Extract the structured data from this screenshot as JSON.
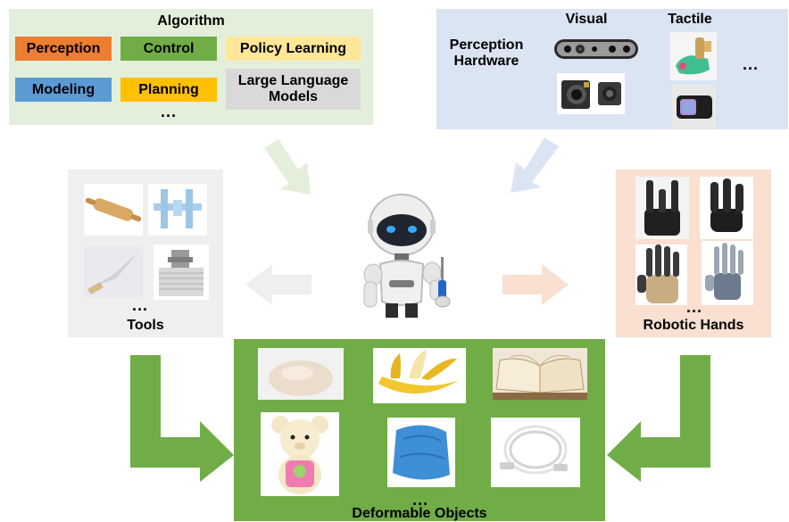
{
  "algorithm": {
    "title": "Algorithm",
    "items": [
      "Perception",
      "Control",
      "Policy Learning",
      "Modeling",
      "Planning",
      "Large Language Models"
    ],
    "more": "...",
    "colors": [
      "#ed7d31",
      "#70ad47",
      "#ffe699",
      "#5b9bd5",
      "#ffc000",
      "#d9d9d9"
    ]
  },
  "hardware": {
    "label": "Perception Hardware",
    "visual": "Visual",
    "tactile": "Tactile",
    "more": "..."
  },
  "tools": {
    "label": "Tools",
    "more": "..."
  },
  "hands": {
    "label": "Robotic Hands",
    "more": "..."
  },
  "deformable": {
    "label": "Deformable Objects",
    "more": "..."
  },
  "colors": {
    "green_panel": "#e3efda",
    "blue_panel": "#dbe4f3",
    "grey_panel": "#efefef",
    "peach_panel": "#f9e0d0",
    "deformable_panel": "#70ad47",
    "arrow_green": "#70ad47"
  }
}
